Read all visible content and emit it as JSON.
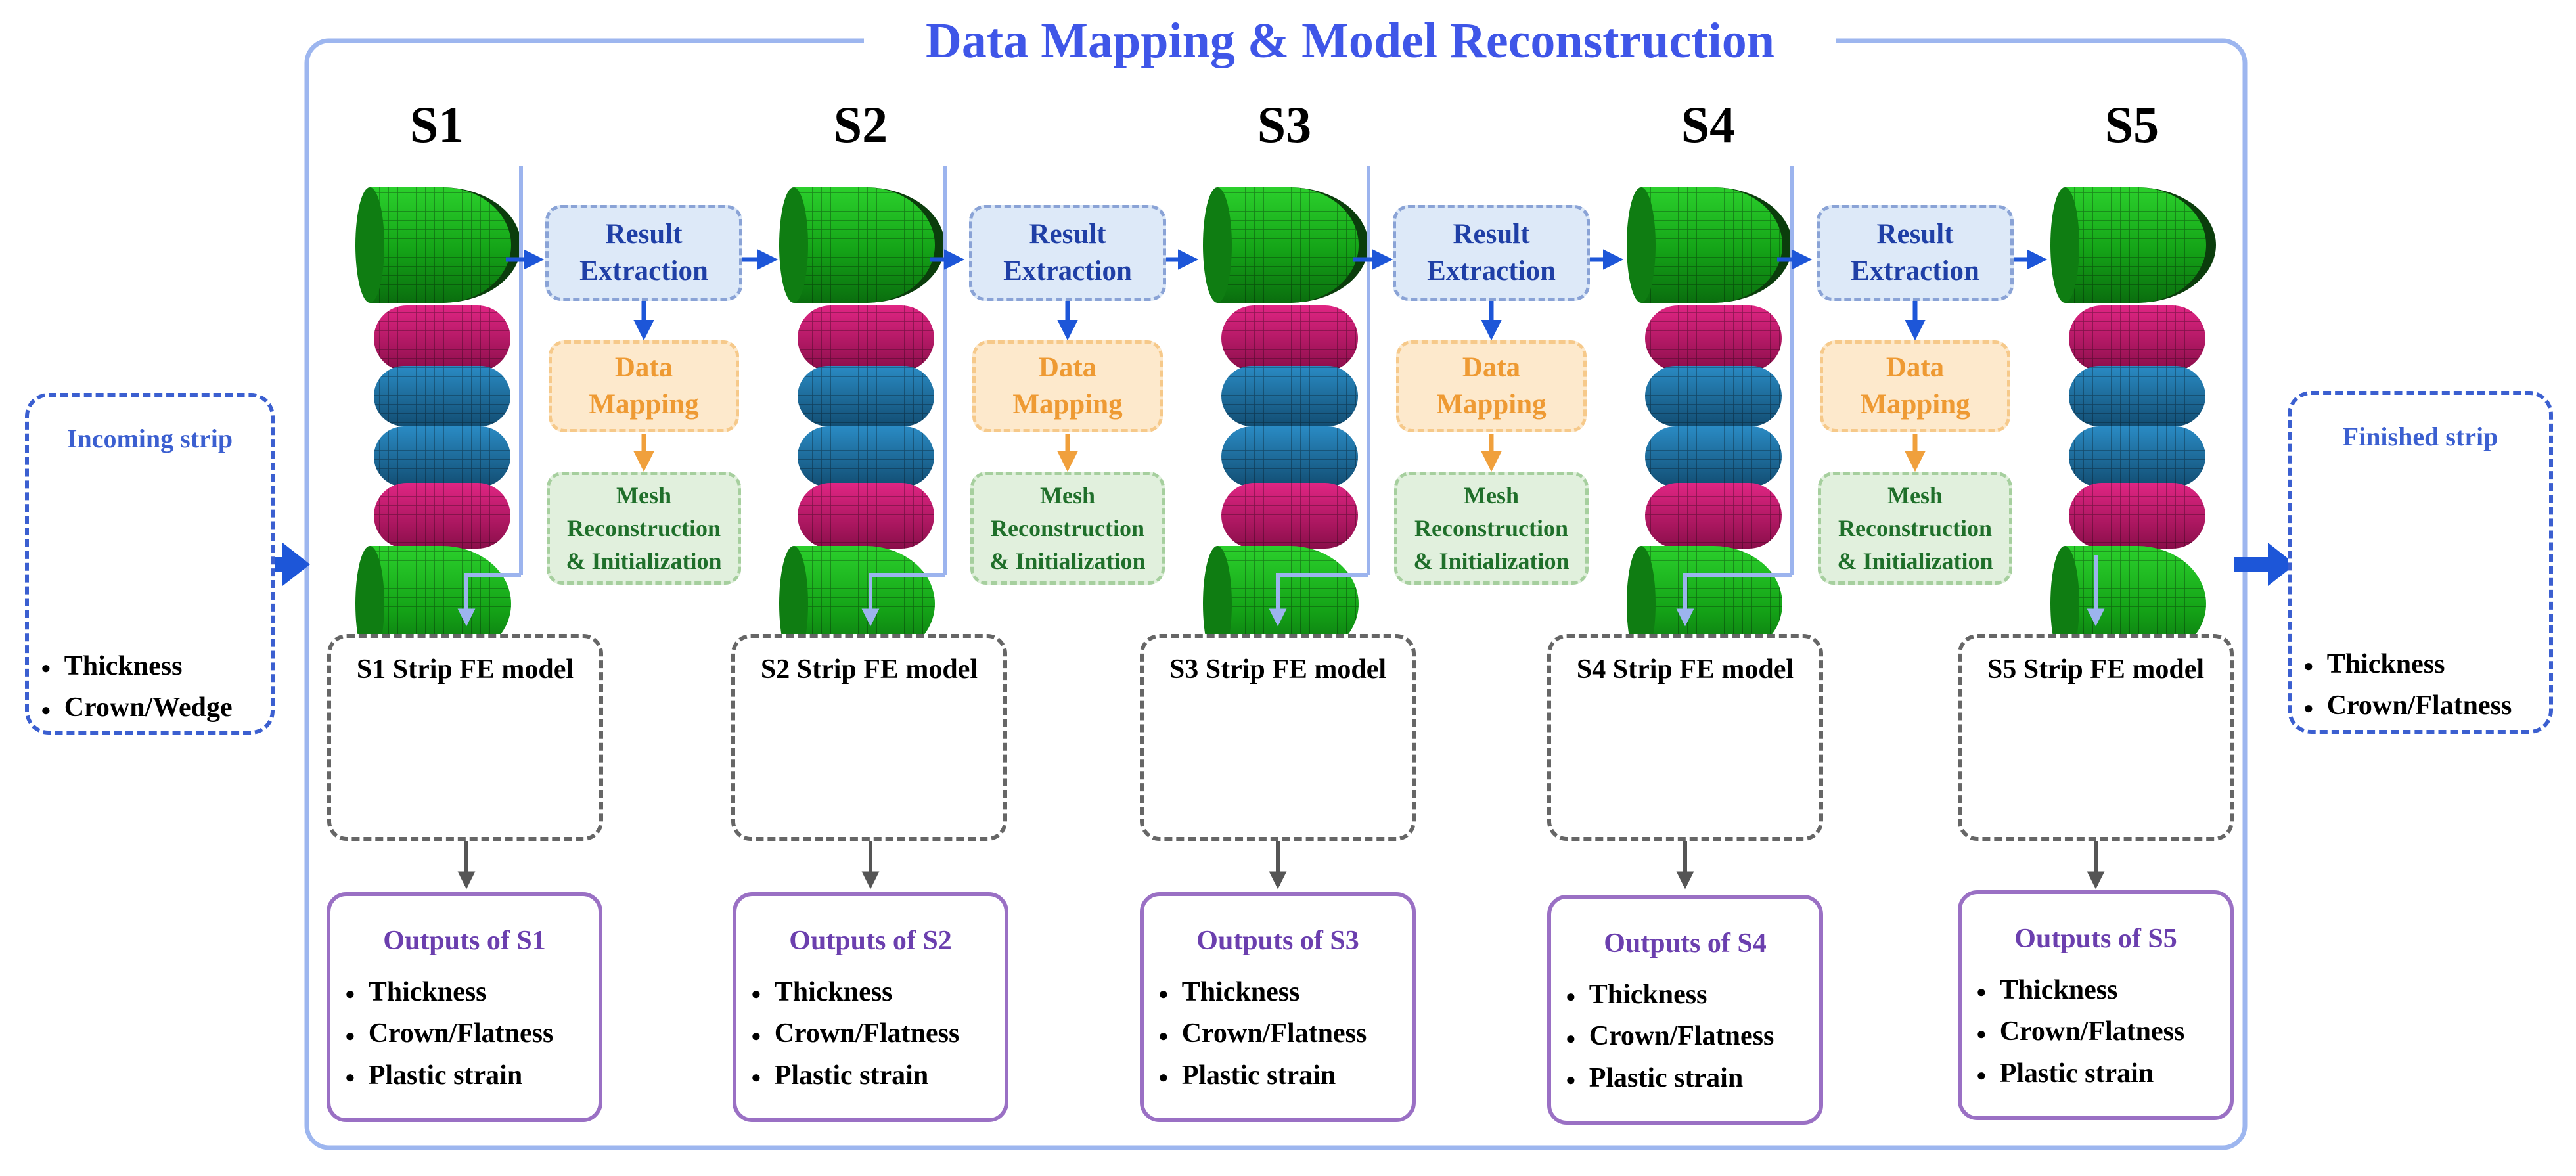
{
  "title": "Data Mapping & Model Reconstruction",
  "stands": [
    {
      "label": "S1",
      "fe_title": "S1 Strip FE model",
      "outputs_title": "Outputs of S1"
    },
    {
      "label": "S2",
      "fe_title": "S2 Strip FE model",
      "outputs_title": "Outputs of S2"
    },
    {
      "label": "S3",
      "fe_title": "S3 Strip FE model",
      "outputs_title": "Outputs of S3"
    },
    {
      "label": "S4",
      "fe_title": "S4 Strip FE model",
      "outputs_title": "Outputs of S4"
    },
    {
      "label": "S5",
      "fe_title": "S5 Strip FE model",
      "outputs_title": "Outputs of S5"
    }
  ],
  "transfer_steps": {
    "result_extraction": [
      "Result",
      "Extraction"
    ],
    "data_mapping": [
      "Data",
      "Mapping"
    ],
    "mesh_reconstruction": [
      "Mesh",
      "Reconstruction",
      "& Initialization"
    ]
  },
  "outputs_items": [
    "Thickness",
    "Crown/Flatness",
    "Plastic strain"
  ],
  "incoming": {
    "title": "Incoming strip",
    "items": [
      "Thickness",
      "Crown/Wedge"
    ]
  },
  "finished": {
    "title": "Finished strip",
    "items": [
      "Thickness",
      "Crown/Flatness"
    ]
  },
  "colors": {
    "title_blue": "#3f56e8",
    "frame_blue": "#9db6ef",
    "arrow_blue": "#1d56d8",
    "arrow_light": "#9cb4ee",
    "arrow_orange": "#f0a03c",
    "arrow_gray": "#555555",
    "roll_green": "#17a21a",
    "roll_magenta": "#c0176a",
    "roll_blue": "#1a6e9e",
    "strip_mesh": "#2e52b8",
    "outputs_purple": "#6b3fae"
  },
  "icons": [
    "work-roll-stack",
    "strip-fe-mesh",
    "strip-plate",
    "flow-arrow"
  ]
}
